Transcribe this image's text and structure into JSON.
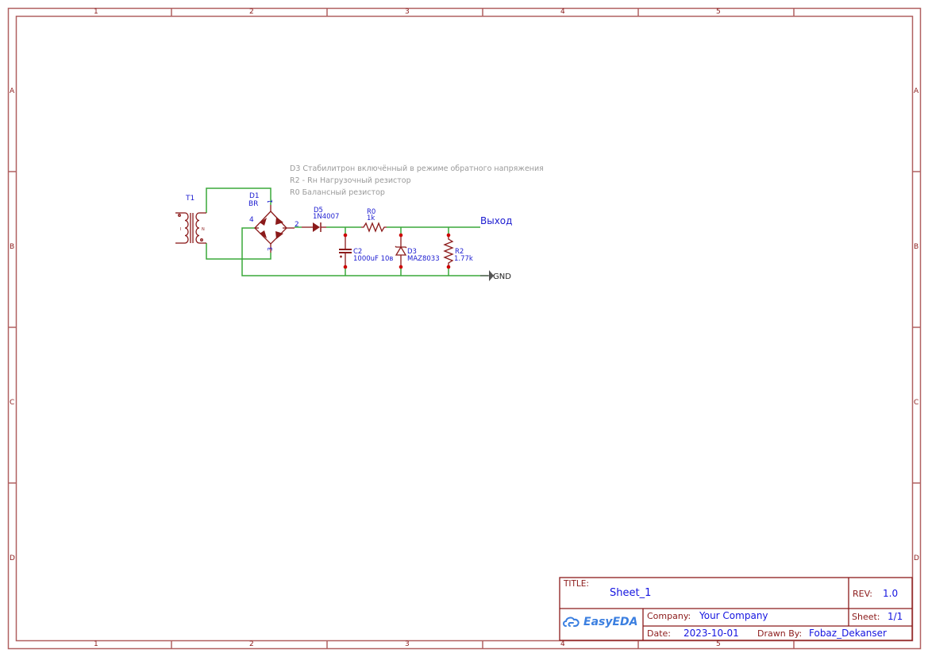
{
  "frame": {
    "columns": [
      "1",
      "2",
      "3",
      "4",
      "5"
    ],
    "rows": [
      "A",
      "B",
      "C",
      "D"
    ],
    "border_color": "#b06060"
  },
  "notes": [
    "D3 Стабилитрон включённый в режиме обратного напряжения",
    "R2 - Rн Нагрузочный резистор",
    "R0 Балансный резистор"
  ],
  "components": {
    "T1": {
      "ref": "T1",
      "primary_label": "I",
      "secondary_label": "N"
    },
    "D1": {
      "ref": "D1",
      "value": "BR",
      "pins": [
        "1",
        "2",
        "3",
        "4"
      ]
    },
    "D5": {
      "ref": "D5",
      "value": "1N4007"
    },
    "R0": {
      "ref": "R0",
      "value": "1k"
    },
    "C2": {
      "ref": "C2",
      "value": "1000uF 10в"
    },
    "D3": {
      "ref": "D3",
      "value": "MAZ8033"
    },
    "R2": {
      "ref": "R2",
      "value": "1.77k"
    }
  },
  "nets": {
    "output_label": "Выход",
    "gnd_label": "GND"
  },
  "colors": {
    "wire": "#3aa83a",
    "component": "#8b1a1a",
    "junction": "#cc0000",
    "label_blue": "#1b1bd0",
    "note_gray": "#9a9a9a"
  },
  "title_block": {
    "title_label": "TITLE:",
    "title_value": "Sheet_1",
    "rev_label": "REV:",
    "rev_value": "1.0",
    "logo_text": "EasyEDA",
    "company_label": "Company:",
    "company_value": "Your Company",
    "sheet_label": "Sheet:",
    "sheet_value": "1/1",
    "date_label": "Date:",
    "date_value": "2023-10-01",
    "drawn_by_label": "Drawn By:",
    "drawn_by_value": "Fobaz_Dekanser"
  }
}
